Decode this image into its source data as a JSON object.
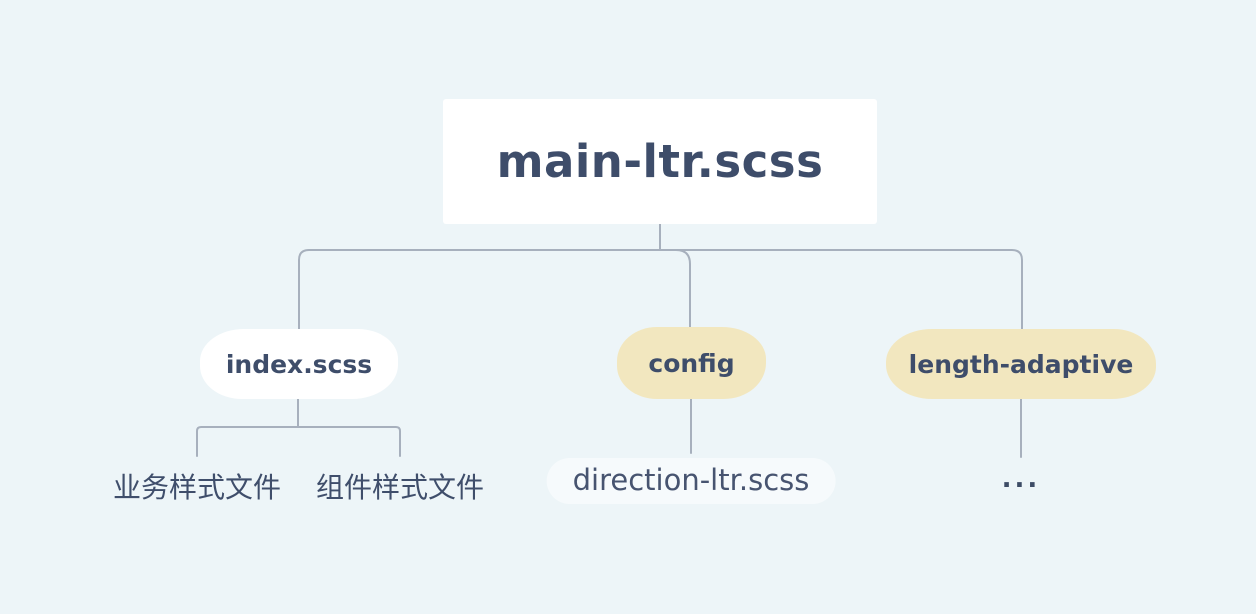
{
  "diagram": {
    "root": {
      "label": "main-ltr.scss"
    },
    "children": [
      {
        "label": "index.scss",
        "node_color": "white",
        "leaves": [
          "业务样式文件",
          "组件样式文件"
        ]
      },
      {
        "label": "config",
        "node_color": "cream",
        "leaves": [
          "direction-ltr.scss"
        ]
      },
      {
        "label": "length-adaptive",
        "node_color": "cream",
        "leaves": [
          "..."
        ]
      }
    ],
    "colors": {
      "background": "#edf5f8",
      "node_white": "#ffffff",
      "node_cream": "#f2e7bf",
      "text_dark": "#3e4d6a",
      "connector": "#a7b0bd"
    }
  }
}
